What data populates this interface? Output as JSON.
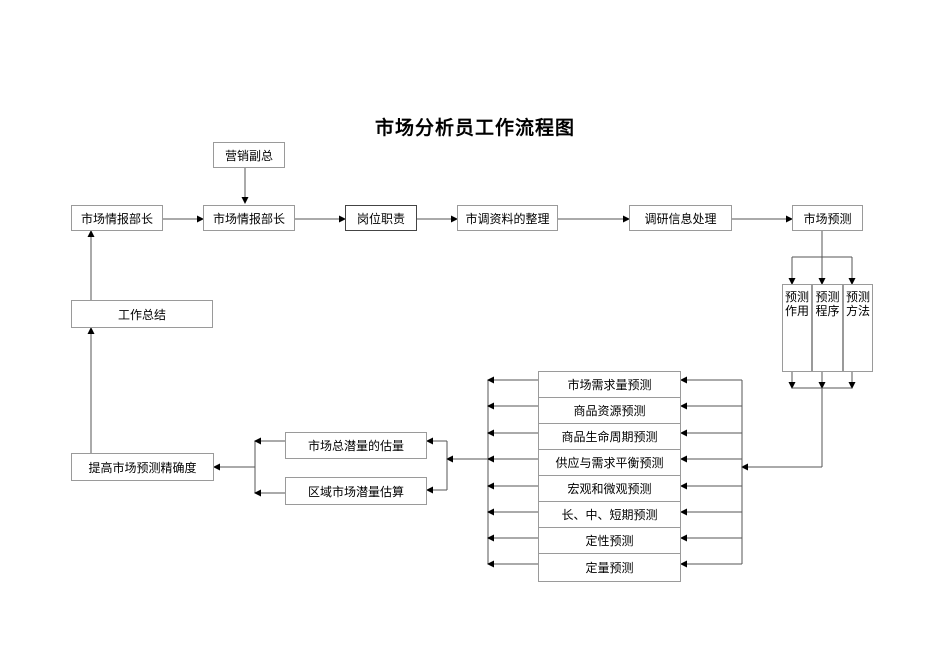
{
  "title": "市场分析员工作流程图",
  "nodes": {
    "vp_marketing": "营销副总",
    "intel_head_left": "市场情报部长",
    "intel_head_center": "市场情报部长",
    "job_duties": "岗位职责",
    "data_sorting": "市调资料的整理",
    "research_processing": "调研信息处理",
    "market_forecast": "市场预测",
    "work_summary": "工作总结",
    "improve_accuracy": "提高市场预测精确度",
    "total_potential": "市场总潜量的估量",
    "regional_potential": "区域市场潜量估算"
  },
  "forecast_aspects": [
    "预测作用",
    "预测程序",
    "预测方法"
  ],
  "forecast_types": [
    "市场需求量预测",
    "商品资源预测",
    "商品生命周期预测",
    "供应与需求平衡预测",
    "宏观和微观预测",
    "长、中、短期预测",
    "定性预测",
    "定量预测"
  ]
}
